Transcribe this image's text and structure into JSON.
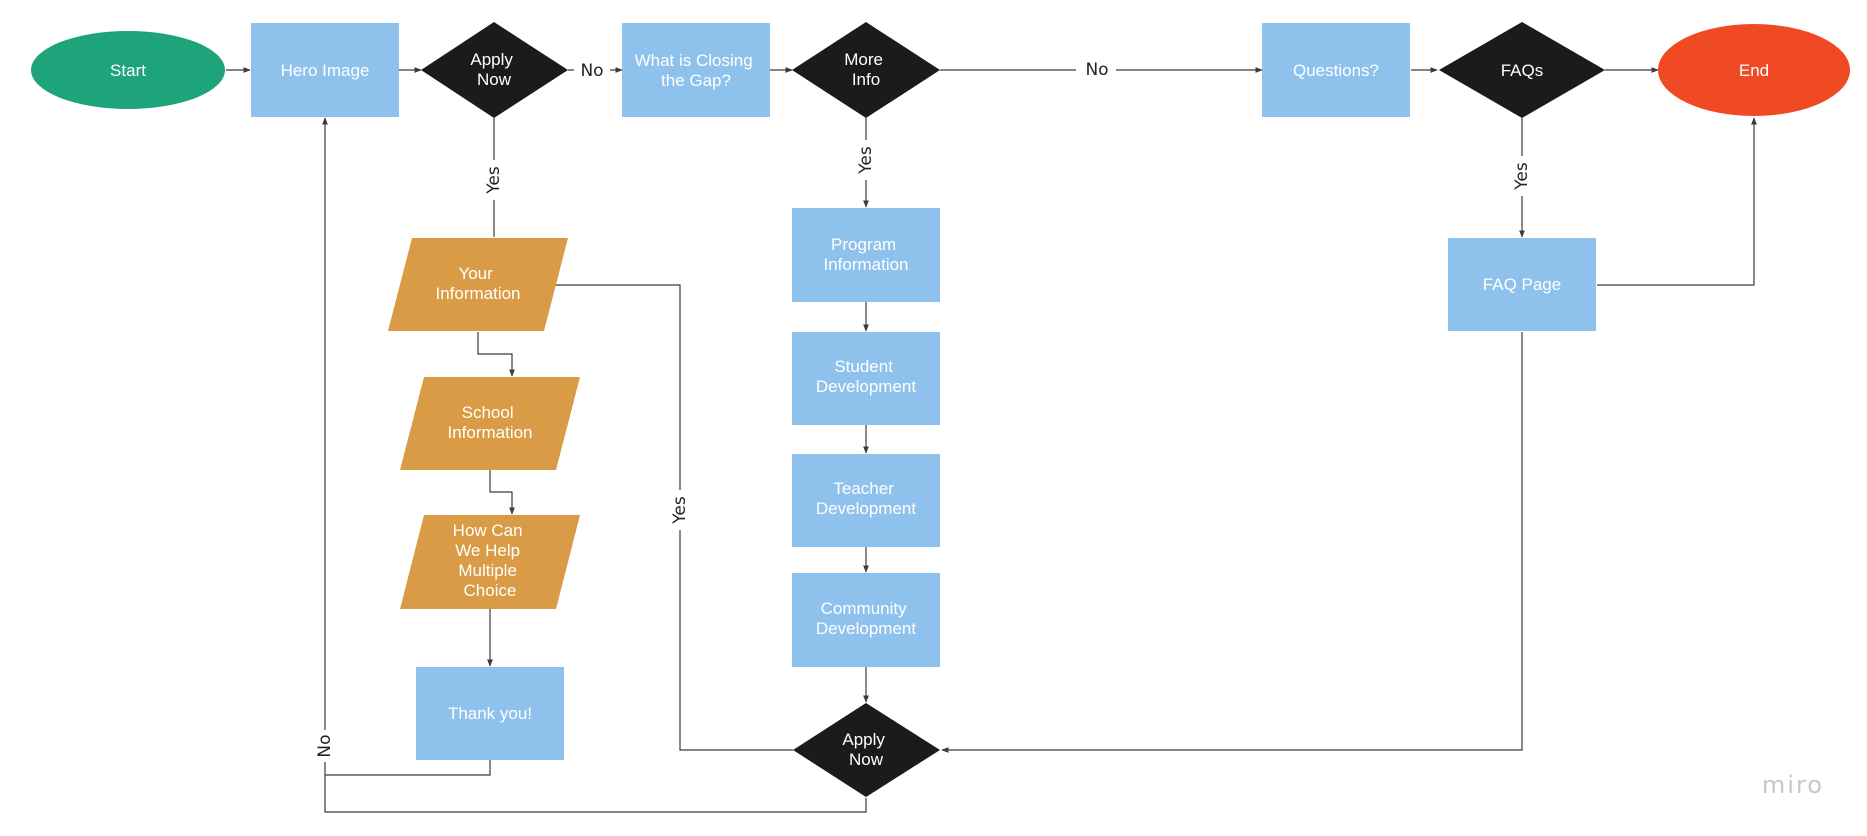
{
  "colors": {
    "start": "#1fa37a",
    "end": "#f04a25",
    "process": "#8ec1ec",
    "decision": "#1b1b1b",
    "input": "#d99b45",
    "line": "#3b3b3b"
  },
  "nodes": {
    "start": "Start",
    "hero_image": "Hero Image",
    "apply_now_top": [
      "Apply",
      "Now"
    ],
    "closing_gap": [
      "What is Closing",
      "the Gap?"
    ],
    "more_info": [
      "More",
      "Info"
    ],
    "questions": "Questions?",
    "faqs": "FAQs",
    "end": "End",
    "your_information": [
      "Your",
      "Information"
    ],
    "school_information": [
      "School",
      "Information"
    ],
    "how_can_we_help": [
      "How Can",
      "We Help",
      "Multiple",
      "Choice"
    ],
    "thank_you": "Thank you!",
    "program_information": [
      "Program",
      "Information"
    ],
    "student_development": [
      "Student",
      "Development"
    ],
    "teacher_development": [
      "Teacher",
      "Development"
    ],
    "community_development": [
      "Community",
      "Development"
    ],
    "apply_now_bottom": [
      "Apply",
      "Now"
    ],
    "faq_page": "FAQ Page"
  },
  "edge_labels": {
    "apply_no": "No",
    "apply_yes": "Yes",
    "more_info_no": "No",
    "more_info_yes": "Yes",
    "faqs_yes": "Yes",
    "loop_yes": "Yes",
    "loop_no": "No"
  },
  "watermark": "miro"
}
